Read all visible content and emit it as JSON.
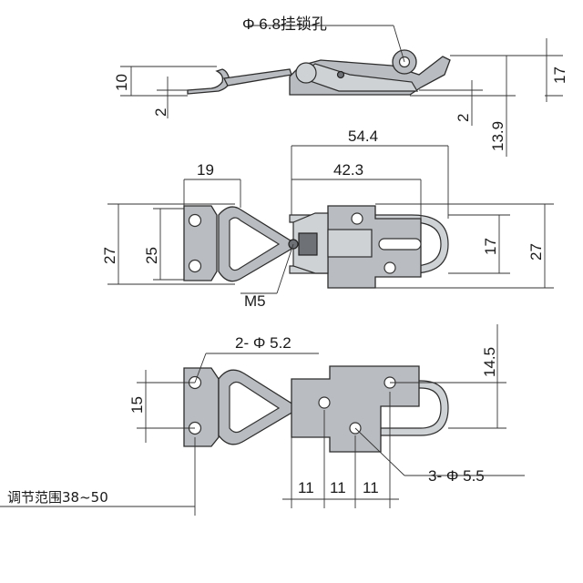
{
  "annotations": {
    "top_hole": "Φ 6.8挂锁孔",
    "d10": "10",
    "d2_left": "2",
    "d2_right": "2",
    "d13_9": "13.9",
    "d17_top": "17",
    "d54_4": "54.4",
    "d42_3": "42.3",
    "d19": "19",
    "d27_left": "27",
    "d25": "25",
    "d17_mid": "17",
    "d27_right": "27",
    "m5": "M5",
    "holes_5_2": "2- Φ 5.2",
    "d14_5": "14.5",
    "d15": "15",
    "holes_5_5": "3- Φ 5.5",
    "d11_a": "11",
    "d11_b": "11",
    "d11_c": "11",
    "adjust_range": "调节范围38~50"
  }
}
